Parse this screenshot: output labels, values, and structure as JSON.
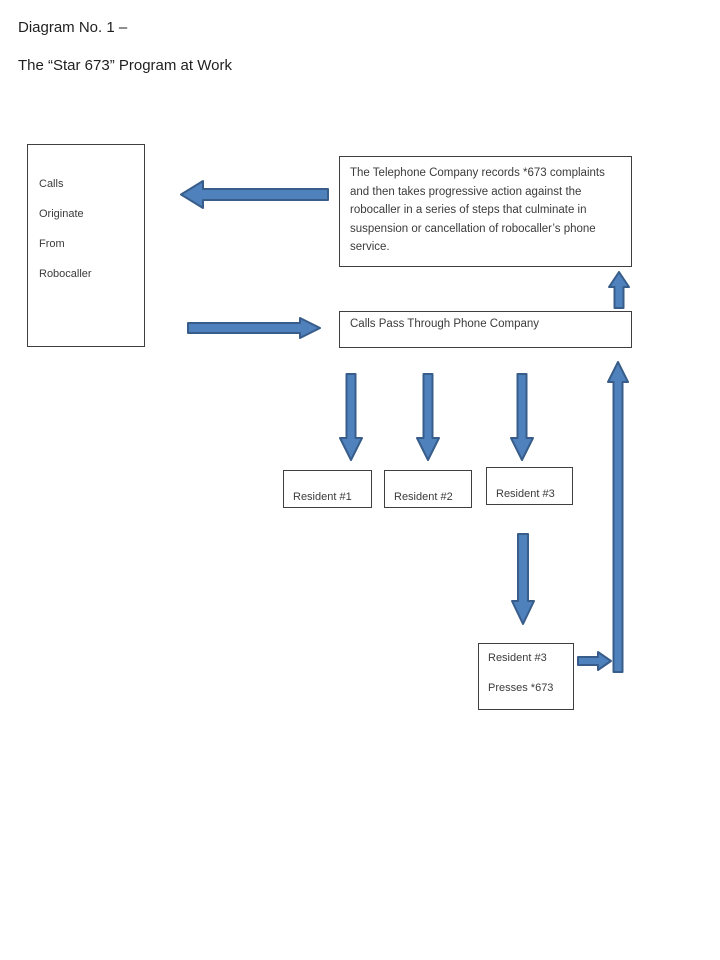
{
  "header": {
    "line1": "Diagram No. 1 –",
    "line2": "The “Star 673” Program at Work"
  },
  "colors": {
    "arrow_fill": "#4f81bd",
    "arrow_border": "#385d8a",
    "box_border": "#3f3f3f",
    "text": "#3b3b3b",
    "background": "#ffffff"
  },
  "diagram": {
    "nodes": {
      "robocaller": {
        "lines": [
          "Calls",
          "Originate",
          "From",
          "Robocaller"
        ]
      },
      "telephone_company": {
        "lines": [
          "The Telephone Company records *673 complaints",
          "and then takes progressive action against the",
          "robocaller in a series of steps that culminate in",
          "suspension or cancellation of robocaller’s phone",
          "service."
        ]
      },
      "pass_through": {
        "label": "Calls Pass Through Phone Company"
      },
      "resident_1": {
        "label": "Resident #1"
      },
      "resident_2": {
        "label": "Resident #2"
      },
      "resident_3": {
        "label": "Resident #3"
      },
      "resident_3_presses": {
        "lines": [
          "Resident #3",
          "Presses *673"
        ]
      }
    },
    "connections": [
      {
        "from": "telephone_company",
        "to": "robocaller",
        "direction": "left",
        "meaning": "progressive action taken against robocaller"
      },
      {
        "from": "robocaller",
        "to": "pass_through",
        "direction": "right",
        "meaning": "calls pass through phone company"
      },
      {
        "from": "pass_through",
        "to": "resident_1",
        "direction": "down"
      },
      {
        "from": "pass_through",
        "to": "resident_2",
        "direction": "down"
      },
      {
        "from": "pass_through",
        "to": "resident_3",
        "direction": "down"
      },
      {
        "from": "resident_3",
        "to": "resident_3_presses",
        "direction": "down"
      },
      {
        "from": "resident_3_presses",
        "to": "telephone_company",
        "direction": "right-then-up",
        "meaning": "*673 complaint sent back to telephone company"
      },
      {
        "from": "pass_through",
        "to": "telephone_company",
        "direction": "up"
      }
    ]
  }
}
